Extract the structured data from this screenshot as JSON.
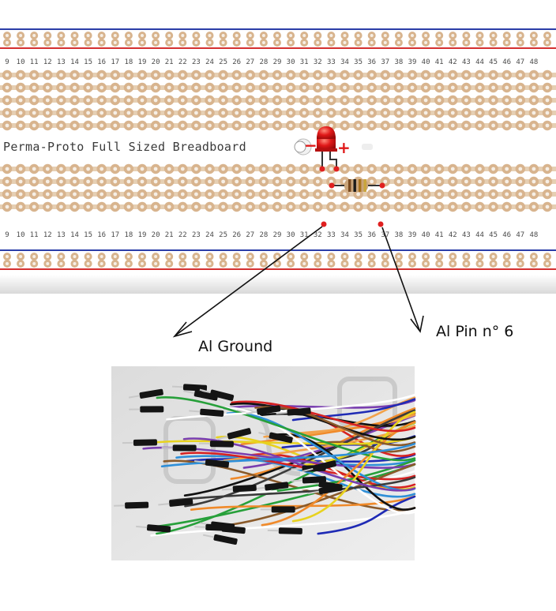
{
  "board": {
    "title": "Perma-Proto Full Sized Breadboard",
    "column_numbers": [
      "9",
      "10",
      "11",
      "12",
      "13",
      "14",
      "15",
      "16",
      "17",
      "18",
      "19",
      "20",
      "21",
      "22",
      "23",
      "24",
      "25",
      "26",
      "27",
      "28",
      "29",
      "30",
      "31",
      "32",
      "33",
      "34",
      "35",
      "36",
      "37",
      "38",
      "39",
      "40",
      "41",
      "42",
      "43",
      "44",
      "45",
      "46",
      "47",
      "48"
    ],
    "colors": {
      "board": "#ffffff",
      "pad": "#d8b48e",
      "hole": "#f6efe6",
      "rail_red": "#d43030",
      "rail_blue": "#2b3ea8"
    }
  },
  "led": {
    "minus": "−",
    "plus": "+",
    "color": "#e01818"
  },
  "resistor": {
    "band_colors": [
      "#7a4b20",
      "#1a1a1a",
      "#a8721d",
      "#c9a53a"
    ]
  },
  "callouts": {
    "ground": "Al Ground",
    "pin": "Al Pin n° 6"
  },
  "photo": {
    "icon": "jumper-wires-photo"
  }
}
